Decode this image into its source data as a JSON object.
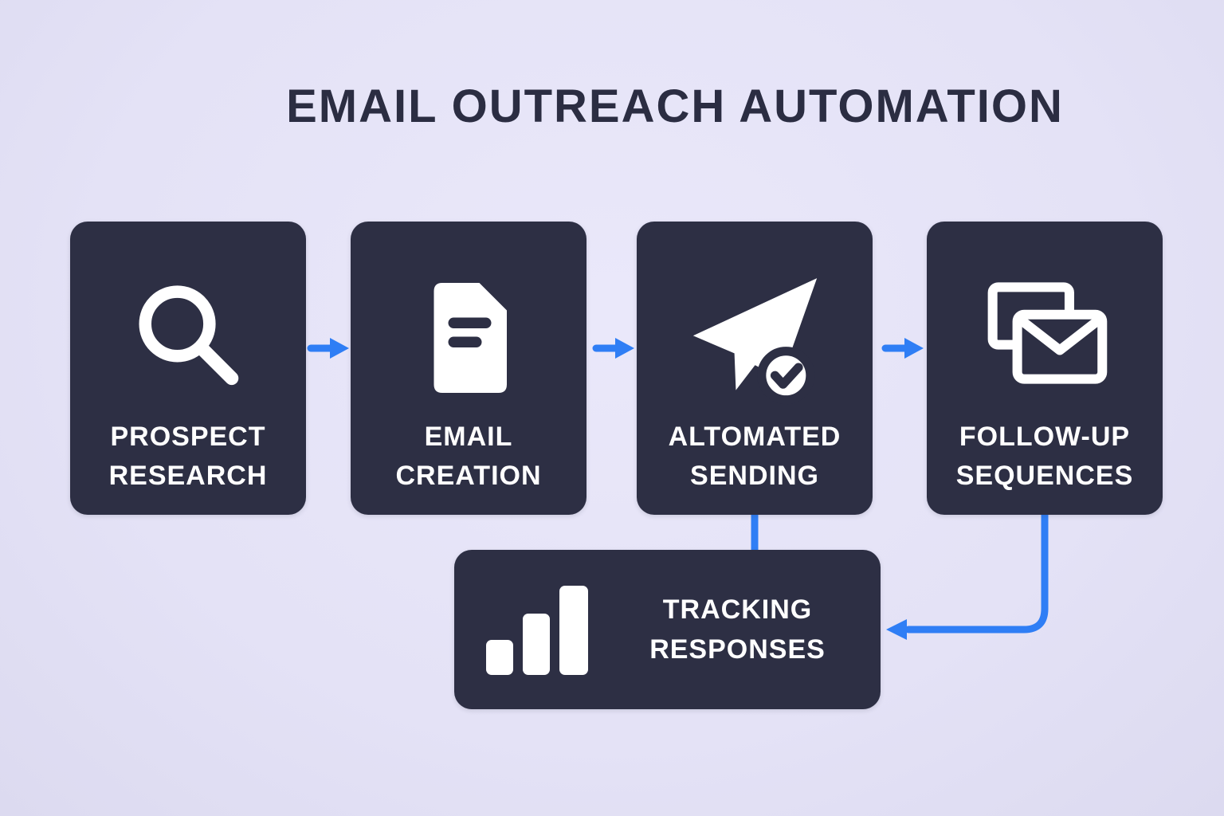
{
  "title": "EMAIL OUTREACH AUTOMATION",
  "colors": {
    "background": "#e4e2f6",
    "card": "#2d2f44",
    "arrow": "#2f7ef5",
    "title_text": "#2b2d42",
    "card_text": "#ffffff"
  },
  "steps": [
    {
      "line1": "PROSPECT",
      "line2": "RESEARCH",
      "icon": "search-icon"
    },
    {
      "line1": "EMAIL",
      "line2": "CREATION",
      "icon": "document-icon"
    },
    {
      "line1": "ALTOMATED",
      "line2": "SENDING",
      "icon": "paper-plane-check-icon"
    },
    {
      "line1": "FOLLOW-UP",
      "line2": "SEQUENCES",
      "icon": "envelope-stack-icon"
    }
  ],
  "tracking": {
    "line1": "TRACKING",
    "line2": "RESPONSES",
    "icon": "bar-chart-icon"
  },
  "flow": [
    "PROSPECT RESEARCH -> EMAIL CREATION",
    "EMAIL CREATION -> ALTOMATED SENDING",
    "ALTOMATED SENDING -> FOLLOW-UP SEQUENCES",
    "ALTOMATED SENDING -> TRACKING RESPONSES",
    "FOLLOW-UP SEQUENCES -> TRACKING RESPONSES"
  ]
}
